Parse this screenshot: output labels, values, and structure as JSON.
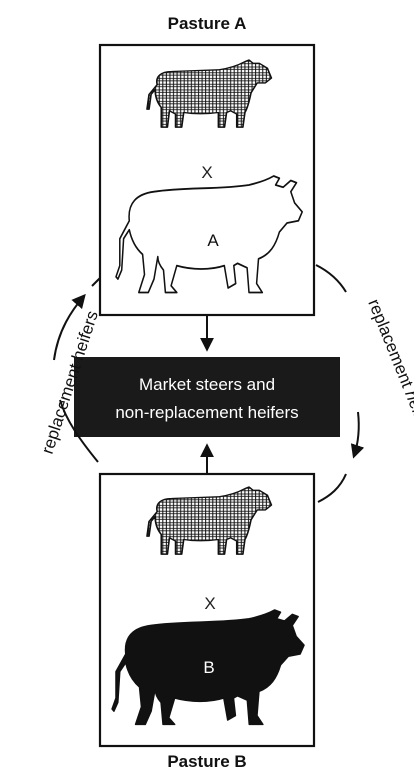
{
  "pastures": {
    "a": {
      "label": "Pasture A",
      "cross": "X",
      "breed": "A"
    },
    "b": {
      "label": "Pasture B",
      "cross": "X",
      "breed": "B"
    }
  },
  "market": {
    "line1": "Market steers and",
    "line2": "non-replacement heifers",
    "background": "#1a1a1a"
  },
  "cycle": {
    "left_label": "replacement heifers",
    "right_label_plain": "replacement ",
    "right_label_italic": "heifers"
  },
  "icons": {
    "crossbred_cow": "crossbred-cow-icon",
    "bull_a": "bull-a-outline-icon",
    "bull_b": "bull-b-solid-icon"
  }
}
